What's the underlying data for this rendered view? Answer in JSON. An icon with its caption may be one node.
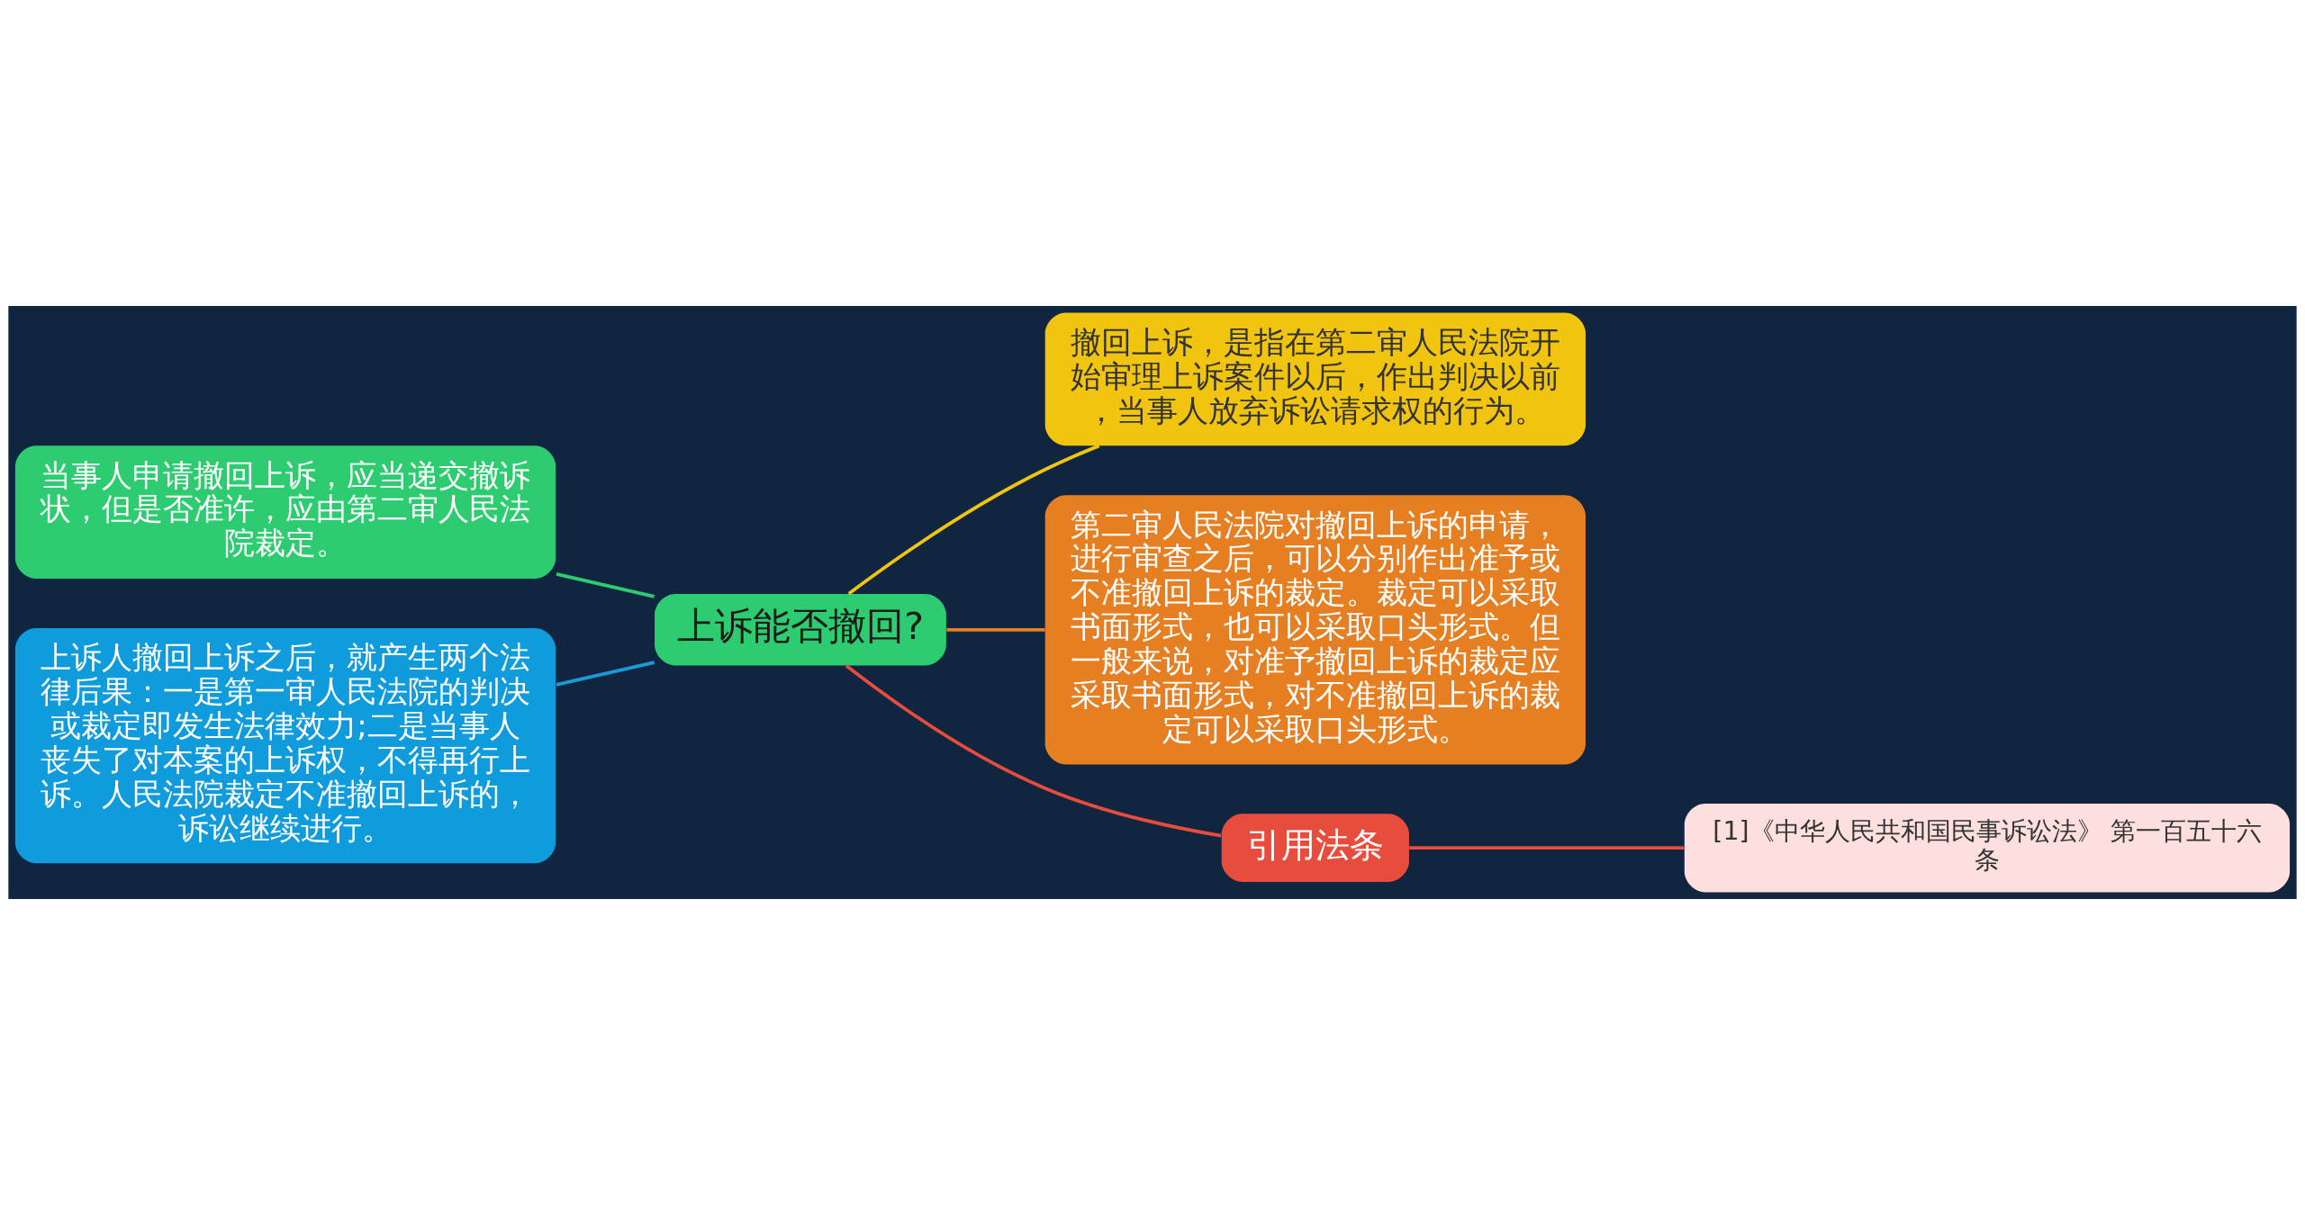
{
  "diagram": {
    "nodes": [
      {
        "text": [
          "上诉能否撤回?"
        ]
      },
      {
        "text": [
          "当事人申请撤回上诉，应当递交撤诉状，但是否准许，应由第二审人民法院裁定。"
        ]
      },
      {
        "text": [
          "上诉人撤回上诉之后，就产生两个法律后果：一是第一审人民法院的判决或裁定即发生法律效力;二是当事人丧失了对本案的上诉权，不得再行上诉。人民法院裁定不准撤回上诉的，诉讼继续进行。"
        ]
      },
      {
        "text": [
          "撤回上诉，是指在第二审人民法院开始审理上诉案件以后，作出判决以前，当事人放弃诉讼请求权的行为。"
        ]
      },
      {
        "text": [
          "第二审人民法院对撤回上诉的申请，进行审查之后，可以分别作出准予或不准撤回上诉的裁定。裁定可以采取书面形式，也可以采取口头形式。但一般来说，对准予撤回上诉的裁定应采取书面形式，对不准撤回上诉的裁定可以采取口头形式。"
        ]
      },
      {
        "text": [
          "引用法条"
        ]
      },
      {
        "text": [
          "[1]《中华人民共和国民事诉讼法》 第一百五十六条"
        ]
      }
    ],
    "edges": [
      {
        "from": 0,
        "to": 1,
        "arrow": "none",
        "color": "#2ecc71"
      },
      {
        "from": 0,
        "to": 2,
        "arrow": "none",
        "color": "#1a9ad6"
      },
      {
        "from": 0,
        "to": 3,
        "arrow": "none",
        "color": "#f1c40f"
      },
      {
        "from": 0,
        "to": 4,
        "arrow": "none",
        "color": "#e67e22"
      },
      {
        "from": 0,
        "to": 5,
        "arrow": "none",
        "color": "#e74c3c"
      },
      {
        "from": 5,
        "to": 6,
        "arrow": "none",
        "color": "#e74c3c"
      }
    ]
  }
}
